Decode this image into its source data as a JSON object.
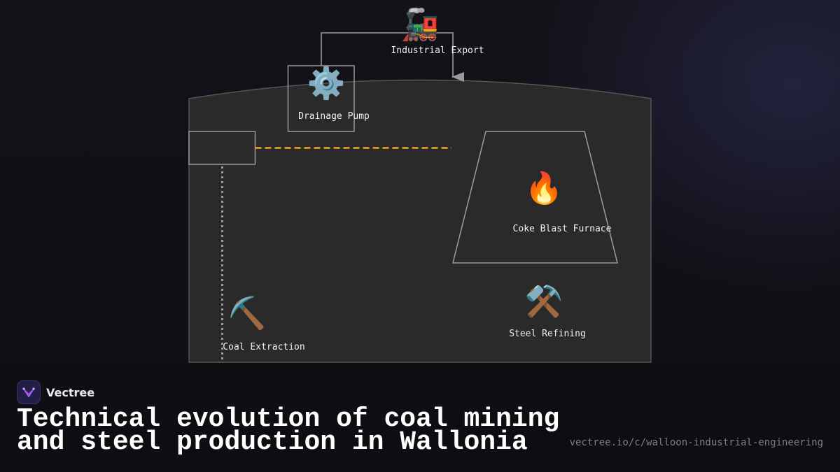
{
  "diagram": {
    "nodes": [
      {
        "id": "industrial-export",
        "icon": "🚂",
        "icon_name": "locomotive-icon",
        "label": "Industrial Export"
      },
      {
        "id": "drainage-pump",
        "icon": "⚙️",
        "icon_name": "gear-icon",
        "label": "Drainage Pump"
      },
      {
        "id": "coke-blast-furnace",
        "icon": "🔥",
        "icon_name": "fire-icon",
        "label": "Coke Blast Furnace"
      },
      {
        "id": "steel-refining",
        "icon": "⚒️",
        "icon_name": "hammer-and-pick-icon",
        "label": "Steel Refining"
      },
      {
        "id": "coal-extraction",
        "icon": "⛏️",
        "icon_name": "pick-icon",
        "label": "Coal Extraction"
      }
    ],
    "colors": {
      "background": "#0f0f13",
      "panel_fill": "#2a2a2a",
      "outline": "#8a8a8a",
      "dashed_link": "#f5a623",
      "dotted_link": "#9a9a9a",
      "text": "#f2f2f2"
    }
  },
  "brand": {
    "name": "Vectree",
    "logo_icon": "vectree-logo-icon"
  },
  "title": {
    "line1": "Technical evolution of coal mining",
    "line2": "and steel production in Wallonia"
  },
  "url": "vectree.io/c/walloon-industrial-engineering"
}
